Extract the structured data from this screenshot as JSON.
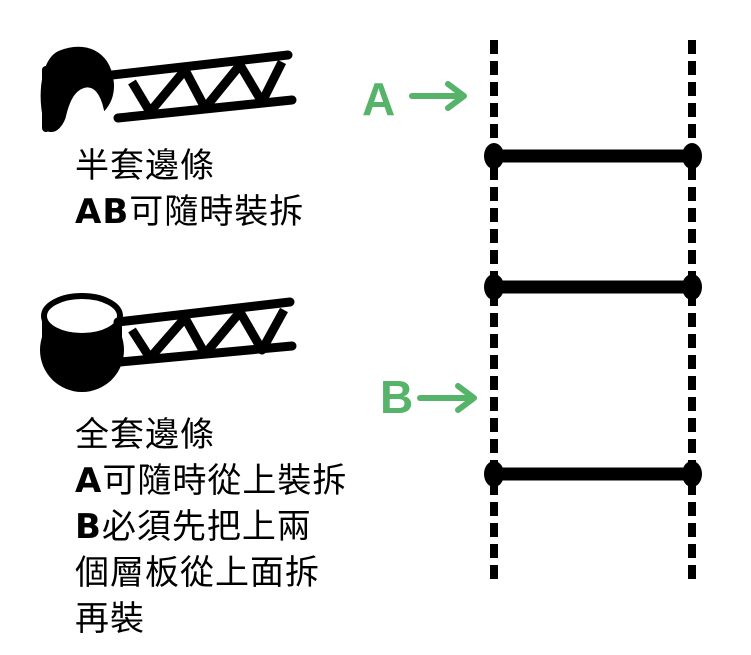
{
  "half_cover": {
    "line1": "半套邊條",
    "line2_prefix": "AB",
    "line2_rest": "可隨時裝拆"
  },
  "full_cover": {
    "line1": "全套邊條",
    "line2_prefix": "A",
    "line2_rest": "可隨時從上裝拆",
    "line3_prefix": "B",
    "line3_rest": "必須先把上兩",
    "line4": "個層板從上面拆",
    "line5": "再裝"
  },
  "markers": {
    "a": "A",
    "b": "B"
  },
  "colors": {
    "ink": "#000000",
    "marker_green": "#55b36a"
  }
}
